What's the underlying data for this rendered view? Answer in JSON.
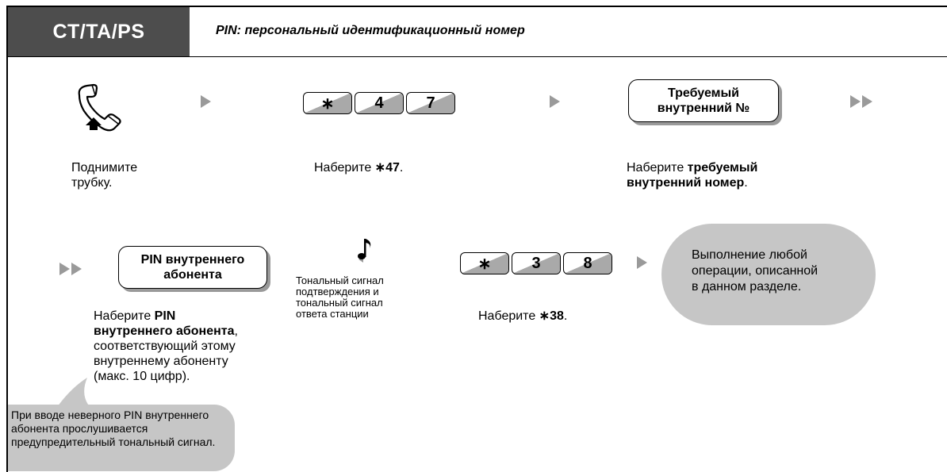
{
  "header": {
    "badge": "CT/TA/PS",
    "pin_definition": "PIN: персональный идентификационный номер"
  },
  "step1": {
    "icon": "handset-lift-icon",
    "caption_line1": "Поднимите",
    "caption_line2": "трубку."
  },
  "step2": {
    "keys": [
      "∗",
      "4",
      "7"
    ],
    "caption_prefix": "Наберите ",
    "caption_code": "∗47",
    "caption_suffix": "."
  },
  "step3": {
    "box_line1": "Требуемый",
    "box_line2": "внутренний №",
    "caption_prefix": "Наберите ",
    "caption_bold1": "требуемый",
    "caption_bold2": "внутренний номер",
    "caption_suffix": "."
  },
  "step4": {
    "box_line1": "PIN внутреннего",
    "box_line2": "абонента",
    "caption_prefix": "Наберите ",
    "caption_bold1": "PIN",
    "caption_bold2": "внутреннего абонента",
    "caption_rest1": ",",
    "caption_rest2": "соответствующий этому",
    "caption_rest3": "внутреннему абоненту",
    "caption_rest4": "(макс. 10 цифр)."
  },
  "tone": {
    "icon": "music-note-icon",
    "line1": "Тональный сигнал",
    "line2": "подтверждения и",
    "line3": "тональный сигнал",
    "line4": "ответа станции"
  },
  "step5": {
    "keys": [
      "∗",
      "3",
      "8"
    ],
    "caption_prefix": "Наберите ",
    "caption_code": "∗38",
    "caption_suffix": "."
  },
  "result": {
    "line1": "Выполнение любой",
    "line2": "операции, описанной",
    "line3": "в данном разделе."
  },
  "note": {
    "line1": "При вводе неверного PIN внутреннего",
    "line2": "абонента прослушивается",
    "line3": "предупредительный тональный сигнал."
  },
  "colors": {
    "badge": "#4d4d4d",
    "arrow": "#9a9a9a",
    "blob": "#c6c6c6"
  }
}
